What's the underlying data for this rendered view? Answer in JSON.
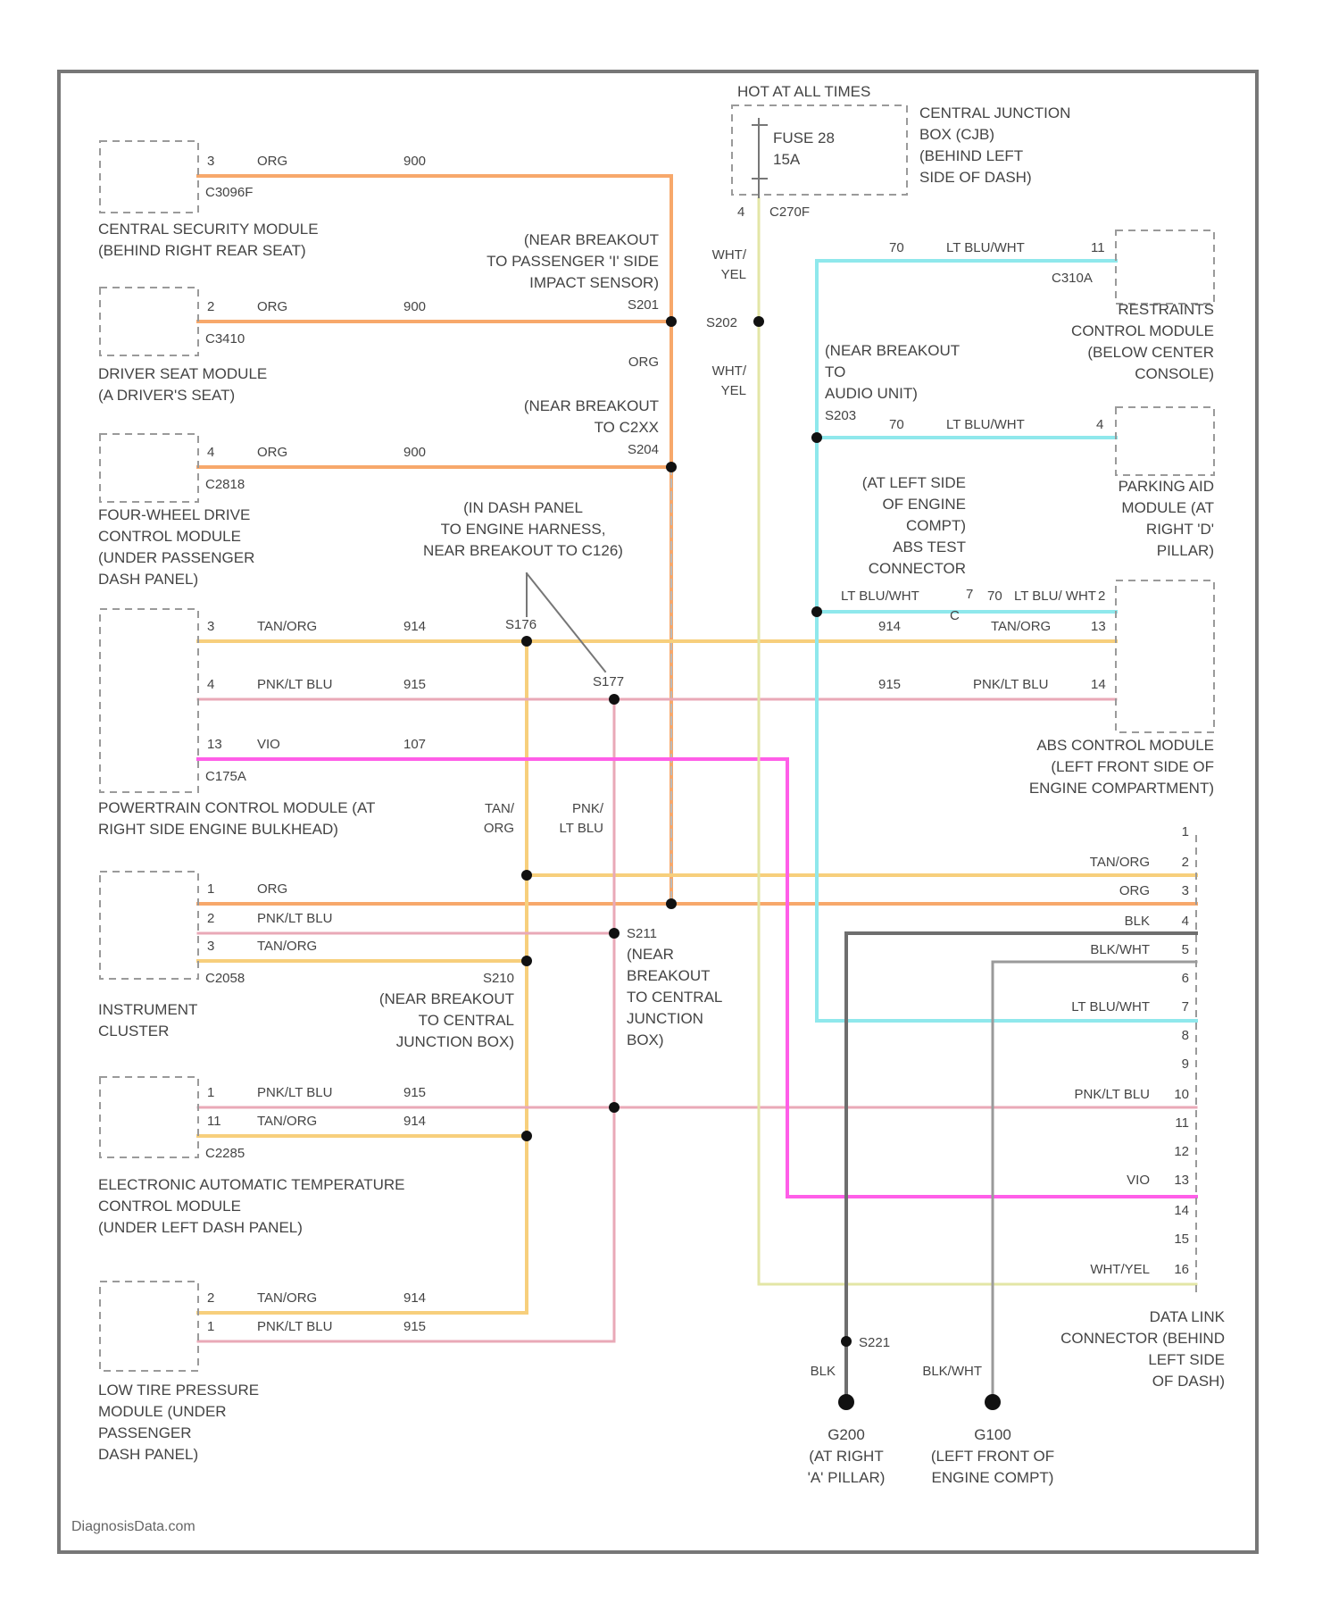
{
  "colors": {
    "ORG": "#f7a86b",
    "TAN_ORG": "#f7cf7c",
    "PNK_LT_BLU": "#e9a9b7",
    "VIO": "#ff5ee8",
    "LT_BLU_WHT": "#8fe8ec",
    "WHT_YEL": "#e3e6a6",
    "BLK": "#6e6e6e",
    "BLK_WHT": "#9a9a9a",
    "frame": "#777777"
  },
  "watermark": "DiagnosisData.com",
  "fuse": {
    "hot_label": "HOT AT ALL TIMES",
    "fuse_name": "FUSE 28",
    "fuse_rating": "15A",
    "cjb_lines": [
      "CENTRAL JUNCTION",
      "BOX (CJB)",
      "(BEHIND LEFT",
      "SIDE OF DASH)"
    ],
    "pin": "4",
    "connector": "C270F"
  },
  "modules": {
    "csm": {
      "lines": [
        "CENTRAL SECURITY MODULE",
        "(BEHIND RIGHT REAR SEAT)"
      ],
      "pin": "3",
      "color": "ORG",
      "circuit": "900",
      "connector": "C3096F"
    },
    "dsm": {
      "lines": [
        "DRIVER SEAT MODULE",
        "(A DRIVER'S SEAT)"
      ],
      "pin": "2",
      "color": "ORG",
      "circuit": "900",
      "connector": "C3410"
    },
    "fwd": {
      "lines": [
        "FOUR-WHEEL DRIVE",
        "CONTROL MODULE",
        "(UNDER PASSENGER",
        "DASH PANEL)"
      ],
      "pin": "4",
      "color": "ORG",
      "circuit": "900",
      "connector": "C2818"
    },
    "pcm": {
      "lines": [
        "POWERTRAIN CONTROL MODULE (AT",
        "RIGHT SIDE ENGINE BULKHEAD)"
      ],
      "connector": "C175A",
      "rows": [
        {
          "pin": "3",
          "color": "TAN/ORG",
          "circuit": "914"
        },
        {
          "pin": "4",
          "color": "PNK/LT BLU",
          "circuit": "915"
        },
        {
          "pin": "13",
          "color": "VIO",
          "circuit": "107"
        }
      ]
    },
    "ic": {
      "lines": [
        "INSTRUMENT",
        "CLUSTER"
      ],
      "connector": "C2058",
      "rows": [
        {
          "pin": "1",
          "color": "ORG"
        },
        {
          "pin": "2",
          "color": "PNK/LT BLU"
        },
        {
          "pin": "3",
          "color": "TAN/ORG"
        }
      ]
    },
    "eatc": {
      "lines": [
        "ELECTRONIC AUTOMATIC TEMPERATURE",
        "CONTROL MODULE",
        "(UNDER LEFT DASH PANEL)"
      ],
      "connector": "C2285",
      "rows": [
        {
          "pin": "1",
          "color": "PNK/LT BLU",
          "circuit": "915"
        },
        {
          "pin": "11",
          "color": "TAN/ORG",
          "circuit": "914"
        }
      ]
    },
    "ltp": {
      "lines": [
        "LOW TIRE PRESSURE",
        "MODULE (UNDER",
        "PASSENGER",
        "DASH PANEL)"
      ],
      "rows": [
        {
          "pin": "2",
          "color": "TAN/ORG",
          "circuit": "914"
        },
        {
          "pin": "1",
          "color": "PNK/LT BLU",
          "circuit": "915"
        }
      ]
    },
    "rcm": {
      "lines": [
        "RESTRAINTS",
        "CONTROL MODULE",
        "(BELOW CENTER",
        "CONSOLE)"
      ],
      "pin": "11",
      "circuit": "70",
      "color": "LT BLU/WHT",
      "connector": "C310A"
    },
    "pam": {
      "lines": [
        "PARKING AID",
        "MODULE (AT",
        "RIGHT 'D'",
        "PILLAR)"
      ],
      "pin": "4",
      "circuit": "70",
      "color": "LT BLU/WHT"
    },
    "abs": {
      "lines": [
        "ABS CONTROL MODULE",
        "(LEFT FRONT SIDE OF",
        "ENGINE COMPARTMENT)"
      ],
      "rows": [
        {
          "pin": "13",
          "color": "TAN/ORG",
          "circuit": "914"
        },
        {
          "pin": "14",
          "color": "PNK/LT BLU",
          "circuit": "915"
        }
      ],
      "test_lines": [
        "(AT LEFT SIDE",
        "OF ENGINE",
        "COMPT)",
        "ABS TEST",
        "CONNECTOR"
      ],
      "test_wire": "LT BLU/WHT",
      "test_pin_a": "7",
      "test_pin_b": "2",
      "test_circuit": "70",
      "test_color_b": "LT BLU/ WHT",
      "test_pin_c": "C"
    }
  },
  "splices": {
    "s201": {
      "label": "S201",
      "lines": [
        "(NEAR BREAKOUT",
        "TO PASSENGER 'I' SIDE",
        "IMPACT SENSOR)"
      ]
    },
    "s204": {
      "label": "S204",
      "lines": [
        "(NEAR BREAKOUT",
        "TO C2XX"
      ]
    },
    "s176": "S176",
    "s177": "S177",
    "s176_note": [
      "(IN DASH PANEL",
      "TO ENGINE HARNESS,",
      "NEAR BREAKOUT TO C126)"
    ],
    "s202": "S202",
    "s203": {
      "label": "S203",
      "lines": [
        "(NEAR BREAKOUT",
        "TO",
        "AUDIO UNIT)"
      ]
    },
    "s210": {
      "label": "S210",
      "lines": [
        "(NEAR BREAKOUT",
        "TO CENTRAL",
        "JUNCTION BOX)"
      ]
    },
    "s211": {
      "label": "S211",
      "lines": [
        "(NEAR",
        "BREAKOUT",
        "TO CENTRAL",
        "JUNCTION",
        "BOX)"
      ]
    },
    "s221": "S221"
  },
  "wire_tags": {
    "org_vertical": "ORG",
    "wht_yel_a": [
      "WHT/",
      "YEL"
    ],
    "wht_yel_b": [
      "WHT/",
      "YEL"
    ],
    "tan_org_vertical": [
      "TAN/",
      "ORG"
    ],
    "pnk_vertical": [
      "PNK/",
      "LT BLU"
    ],
    "blk": "BLK",
    "blk_wht": "BLK/WHT"
  },
  "dlc": {
    "lines": [
      "DATA LINK",
      "CONNECTOR (BEHIND",
      "LEFT SIDE",
      "OF DASH)"
    ],
    "pins": [
      {
        "pin": "1",
        "label": ""
      },
      {
        "pin": "2",
        "label": "TAN/ORG"
      },
      {
        "pin": "3",
        "label": "ORG"
      },
      {
        "pin": "4",
        "label": "BLK"
      },
      {
        "pin": "5",
        "label": "BLK/WHT"
      },
      {
        "pin": "6",
        "label": ""
      },
      {
        "pin": "7",
        "label": "LT BLU/WHT"
      },
      {
        "pin": "8",
        "label": ""
      },
      {
        "pin": "9",
        "label": ""
      },
      {
        "pin": "10",
        "label": "PNK/LT BLU"
      },
      {
        "pin": "11",
        "label": ""
      },
      {
        "pin": "12",
        "label": ""
      },
      {
        "pin": "13",
        "label": "VIO"
      },
      {
        "pin": "14",
        "label": ""
      },
      {
        "pin": "15",
        "label": ""
      },
      {
        "pin": "16",
        "label": "WHT/YEL"
      }
    ]
  },
  "grounds": {
    "g200": {
      "id": "G200",
      "lines": [
        "(AT RIGHT",
        "'A' PILLAR)"
      ]
    },
    "g100": {
      "id": "G100",
      "lines": [
        "(LEFT FRONT OF",
        "ENGINE COMPT)"
      ]
    }
  }
}
